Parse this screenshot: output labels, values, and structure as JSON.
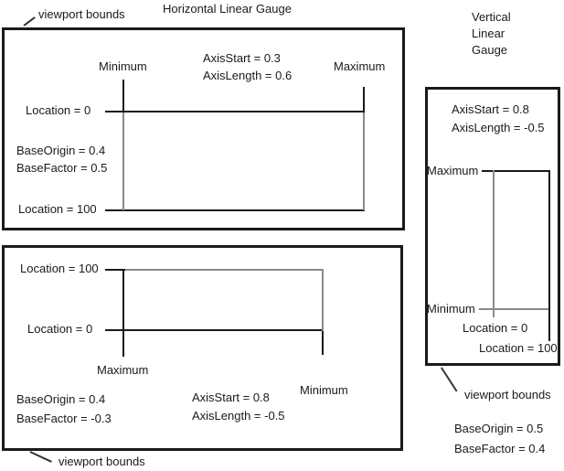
{
  "colors": {
    "line_black": "#1a1a1a",
    "line_gray": "#8a8a8a",
    "background": "#ffffff"
  },
  "horizontal_section": {
    "title": "Horizontal Linear Gauge",
    "gauge_top": {
      "viewport_label": "viewport bounds",
      "min_label": "Minimum",
      "max_label": "Maximum",
      "axis_start": "AxisStart = 0.3",
      "axis_length": "AxisLength = 0.6",
      "location_zero": "Location = 0",
      "base_origin": "BaseOrigin = 0.4",
      "base_factor": "BaseFactor = 0.5",
      "location_hundred": "Location = 100"
    },
    "gauge_bottom": {
      "location_hundred": "Location = 100",
      "location_zero": "Location = 0",
      "max_label": "Maximum",
      "min_label": "Minimum",
      "base_origin": "BaseOrigin = 0.4",
      "base_factor": "BaseFactor = -0.3",
      "axis_start": "AxisStart = 0.8",
      "axis_length": "AxisLength = -0.5",
      "viewport_label": "viewport bounds"
    }
  },
  "vertical_section": {
    "title_lines": [
      "Vertical",
      "Linear",
      "Gauge"
    ],
    "gauge": {
      "axis_start": "AxisStart = 0.8",
      "axis_length": "AxisLength = -0.5",
      "max_label": "Maximum",
      "min_label": "Minimum",
      "location_zero": "Location = 0",
      "location_hundred": "Location = 100",
      "viewport_label": "viewport bounds",
      "base_origin": "BaseOrigin = 0.5",
      "base_factor": "BaseFactor = 0.4"
    }
  }
}
